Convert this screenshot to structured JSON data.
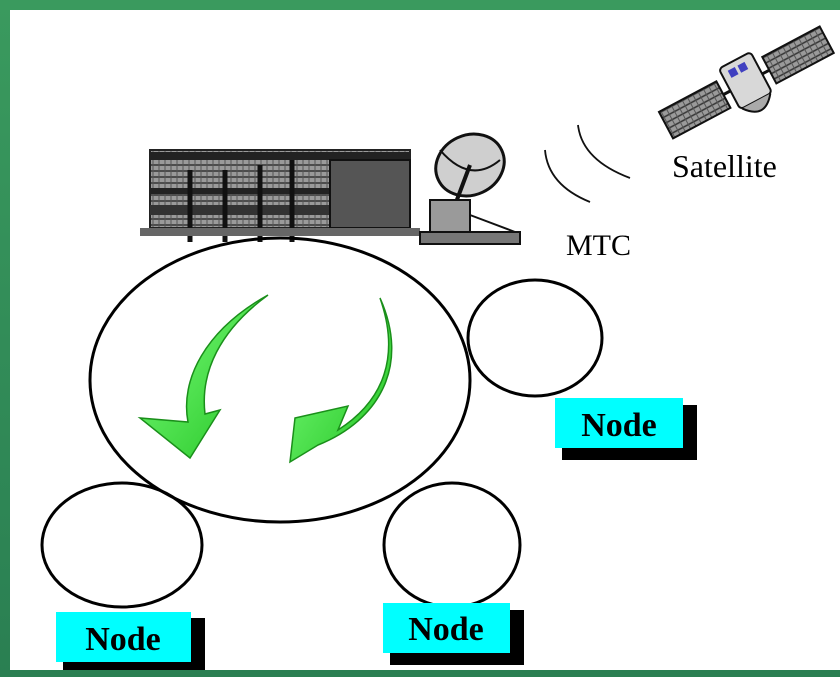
{
  "labels": {
    "satellite": "Satellite",
    "mtc": "MTC",
    "node_right": "Node",
    "node_bottom_left": "Node",
    "node_bottom_middle": "Node"
  },
  "colors": {
    "frame": "#2e8b57",
    "node_label_bg": "#00ffff",
    "arrow": "#33dd33",
    "outline": "#000000"
  },
  "icons": [
    "building-icon",
    "dish-antenna-icon",
    "satellite-icon",
    "signal-waves-icon",
    "arrow-icon"
  ]
}
